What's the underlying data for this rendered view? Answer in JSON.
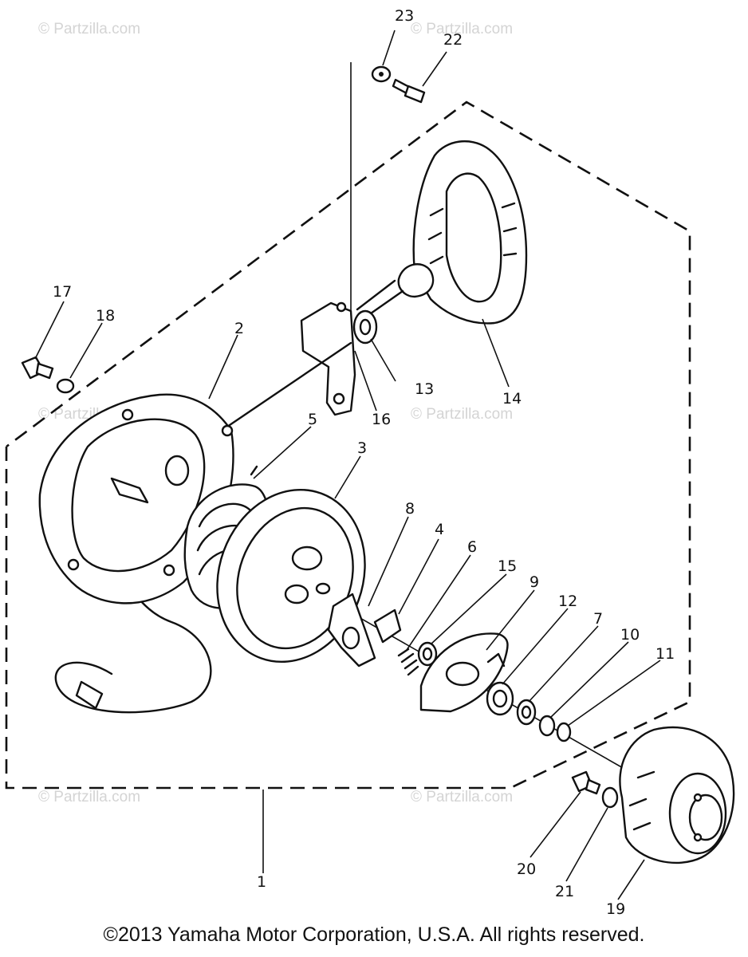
{
  "copyright": "©2013 Yamaha Motor Corporation, U.S.A. All rights reserved.",
  "watermark": "© Partzilla.com",
  "callouts": {
    "c1": "1",
    "c2": "2",
    "c3": "3",
    "c4": "4",
    "c5": "5",
    "c6": "6",
    "c7": "7",
    "c8": "8",
    "c9": "9",
    "c10": "10",
    "c11": "11",
    "c12": "12",
    "c13": "13",
    "c14": "14",
    "c15": "15",
    "c16": "16",
    "c17": "17",
    "c18": "18",
    "c19": "19",
    "c20": "20",
    "c21": "21",
    "c22": "22",
    "c23": "23"
  }
}
